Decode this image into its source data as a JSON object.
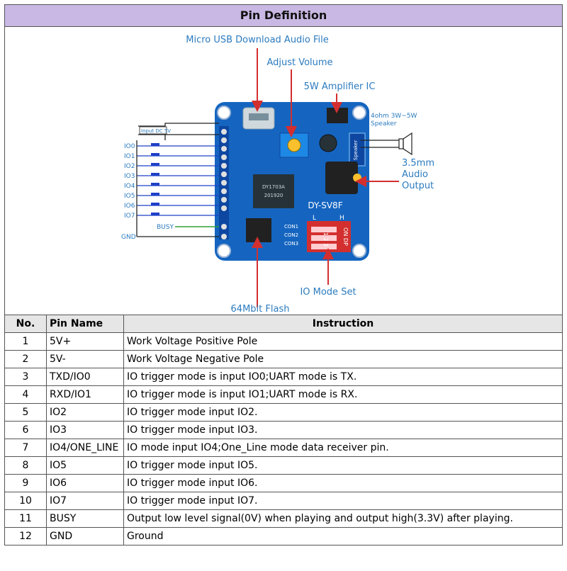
{
  "title": "Pin Definition",
  "figure": {
    "labels": {
      "usb": "Micro USB Download Audio File",
      "volume": "Adjust Volume",
      "amp": "5W Amplifier  IC",
      "speaker_line1": "4ohm 3W~5W",
      "speaker_line2": "Speaker",
      "audio_line1": "3.5mm",
      "audio_line2": "Audio",
      "audio_line3": "Output",
      "io_mode": "IO Mode Set",
      "flash": "64Mbit Flash",
      "input_dc": "Input DC 5V",
      "busy": "BUSY",
      "gnd": "GND",
      "board_name": "DY-SV8F",
      "l": "L",
      "h": "H",
      "con1": "CON1",
      "con2": "CON2",
      "con3": "CON3",
      "on_dp": "ON DP",
      "dp_nums": "1 2 3",
      "speaker_tag": "Speaker",
      "chip1": "DY1703A",
      "chip1_sub": "201920",
      "ios": [
        "IO0",
        "IO1",
        "IO2",
        "IO3",
        "IO4",
        "IO5",
        "IO6",
        "IO7"
      ]
    },
    "colors": {
      "board": "#1565c0",
      "arrow": "#d32f2f",
      "label": "#2b7bbf",
      "wire_power": "#222222",
      "wire_io": "#1e40c8",
      "wire_busy": "#2e9e3a",
      "dip": "#d32f2f"
    }
  },
  "table": {
    "headers": [
      "No.",
      "Pin Name",
      "Instruction"
    ],
    "rows": [
      {
        "no": "1",
        "pin": "5V+",
        "ins": "Work Voltage Positive Pole"
      },
      {
        "no": "2",
        "pin": "5V-",
        "ins": "Work Voltage Negative Pole"
      },
      {
        "no": "3",
        "pin": "TXD/IO0",
        "ins": "IO trigger mode is input IO0;UART mode is TX."
      },
      {
        "no": "4",
        "pin": "RXD/IO1",
        "ins": "IO trigger mode is input IO1;UART mode is RX."
      },
      {
        "no": "5",
        "pin": "IO2",
        "ins": "IO trigger mode input IO2."
      },
      {
        "no": "6",
        "pin": "IO3",
        "ins": "IO trigger mode input IO3."
      },
      {
        "no": "7",
        "pin": "IO4/ONE_LINE",
        "ins": "IO mode input IO4;One_Line mode data receiver pin."
      },
      {
        "no": "8",
        "pin": "IO5",
        "ins": "IO trigger mode input IO5."
      },
      {
        "no": "9",
        "pin": "IO6",
        "ins": "IO trigger mode input IO6."
      },
      {
        "no": "10",
        "pin": "IO7",
        "ins": "IO trigger mode input IO7."
      },
      {
        "no": "11",
        "pin": "BUSY",
        "ins": "Output low level signal(0V) when playing and output high(3.3V) after playing."
      },
      {
        "no": "12",
        "pin": "GND",
        "ins": "Ground"
      }
    ]
  }
}
